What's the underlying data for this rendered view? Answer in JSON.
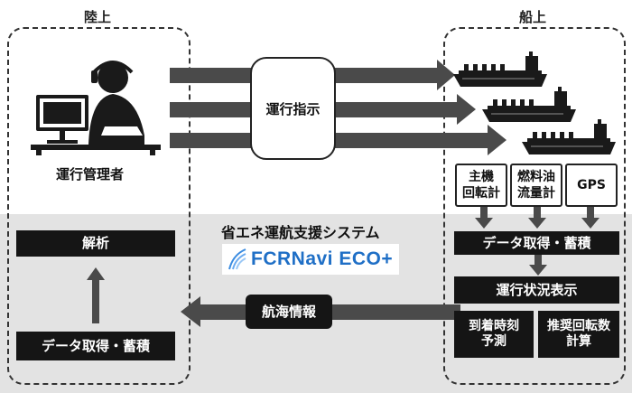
{
  "regions": {
    "shore": {
      "title": "陸上"
    },
    "ship": {
      "title": "船上"
    }
  },
  "shore": {
    "operator_label": "運行管理者",
    "analysis_label": "解析",
    "data_label": "データ取得・蓄積"
  },
  "command": {
    "label": "運行指示"
  },
  "system": {
    "title": "省エネ運航支援システム",
    "logo_text": "FCRNavi ECO+"
  },
  "ship": {
    "sensors": [
      "主機\n回転計",
      "燃料油\n流量計",
      "GPS"
    ],
    "data_label": "データ取得・蓄積",
    "status_label": "運行状況表示",
    "arrival_label": "到着時刻\n予測",
    "rpm_label": "推奨回転数\n計算"
  },
  "navigation_info": {
    "label": "航海情報"
  },
  "colors": {
    "arrow": "#4a4a4a",
    "box": "#151515",
    "band": "#e3e3e3",
    "logo_blue": "#1f6fc6"
  },
  "icons": [
    "operator-desk-icon",
    "ship-icon",
    "logo-wave-icon"
  ]
}
